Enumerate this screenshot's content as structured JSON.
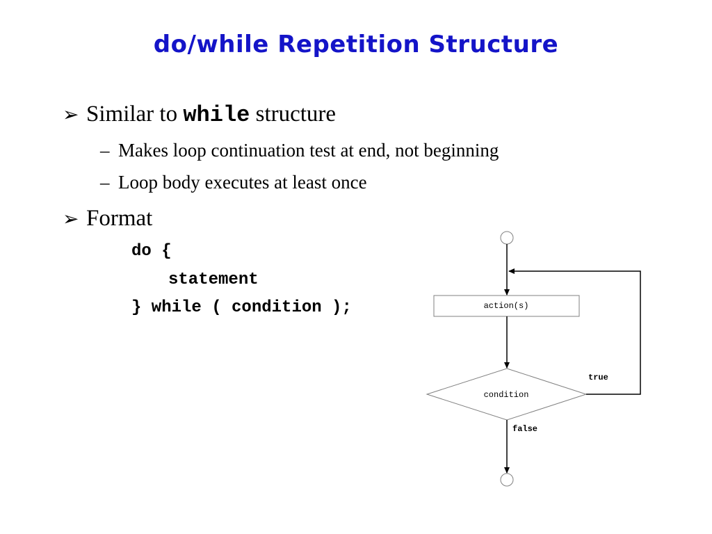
{
  "title": "do/while Repetition Structure",
  "colors": {
    "title": "#1414c8",
    "text": "#000000",
    "flow_line": "#000000",
    "node_stroke": "#808080"
  },
  "bullets": [
    {
      "marker": "➢",
      "prefix": "Similar to ",
      "code": "while",
      "suffix": " structure",
      "subitems": [
        {
          "marker": "–",
          "text": "Makes loop continuation test at end, not beginning"
        },
        {
          "marker": "–",
          "text": "Loop body executes at least once"
        }
      ]
    },
    {
      "marker": "➢",
      "text": "Format"
    }
  ],
  "code": {
    "line1": "do {",
    "line2": "statement",
    "line3": "} while ( condition );"
  },
  "flowchart": {
    "action_label": "action(s)",
    "condition_label": "condition",
    "true_label": "true",
    "false_label": "false"
  }
}
